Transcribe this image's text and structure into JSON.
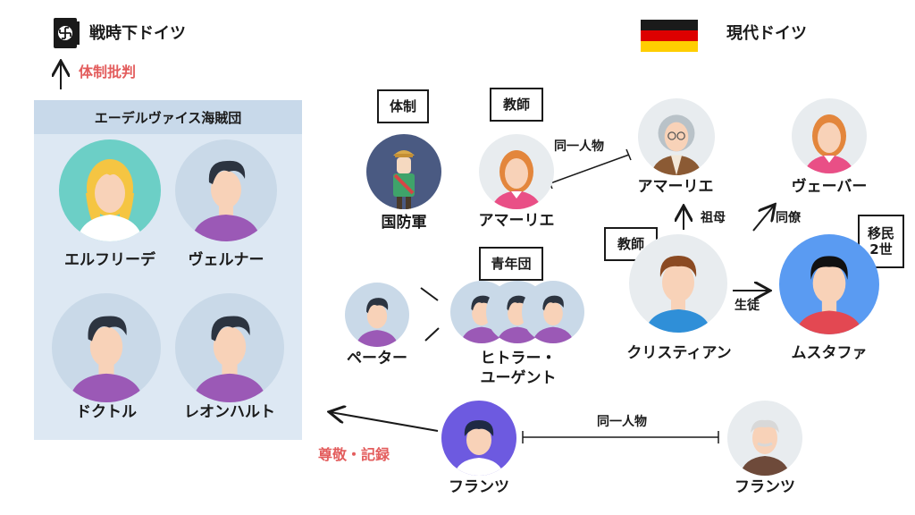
{
  "eras": {
    "wartime": "戦時下ドイツ",
    "modern": "現代ドイツ"
  },
  "icons": {
    "wartime": "swastika-book-icon",
    "modern": "german-flag-icon"
  },
  "colors": {
    "accent_red": "#e35d5d",
    "panel_bg": "#dde8f3",
    "panel_header": "#c8d9ea",
    "flag_black": "#1a1a1a",
    "flag_red": "#dd0000",
    "flag_gold": "#ffce00"
  },
  "labels": {
    "regime_criticism": "体制批判",
    "respect_record": "尊敬・記録",
    "same_person_1": "同一人物",
    "same_person_2": "同一人物",
    "grandmother": "祖母",
    "colleague": "同僚",
    "student": "生徒"
  },
  "group": {
    "title": "エーデルヴァイス海賊団",
    "members": [
      "エルフリーデ",
      "ヴェルナー",
      "ドクトル",
      "レオンハルト"
    ]
  },
  "wartime_people": {
    "army": {
      "tag": "体制",
      "name": "国防軍"
    },
    "teacher": {
      "tag": "教師",
      "name": "アマーリエ"
    },
    "youth": {
      "tag": "青年団",
      "name_line1": "ヒトラー・",
      "name_line2": "ユーゲント"
    },
    "peter": {
      "name": "ペーター"
    },
    "franz_young": {
      "name": "フランツ"
    }
  },
  "modern_people": {
    "amalie_old": {
      "name": "アマーリエ"
    },
    "weber": {
      "name": "ヴェーバー"
    },
    "christian": {
      "tag": "教師",
      "name": "クリスティアン"
    },
    "mustafa": {
      "tag_line1": "移民",
      "tag_line2": "2世",
      "name": "ムスタファ"
    },
    "franz_old": {
      "name": "フランツ"
    }
  }
}
